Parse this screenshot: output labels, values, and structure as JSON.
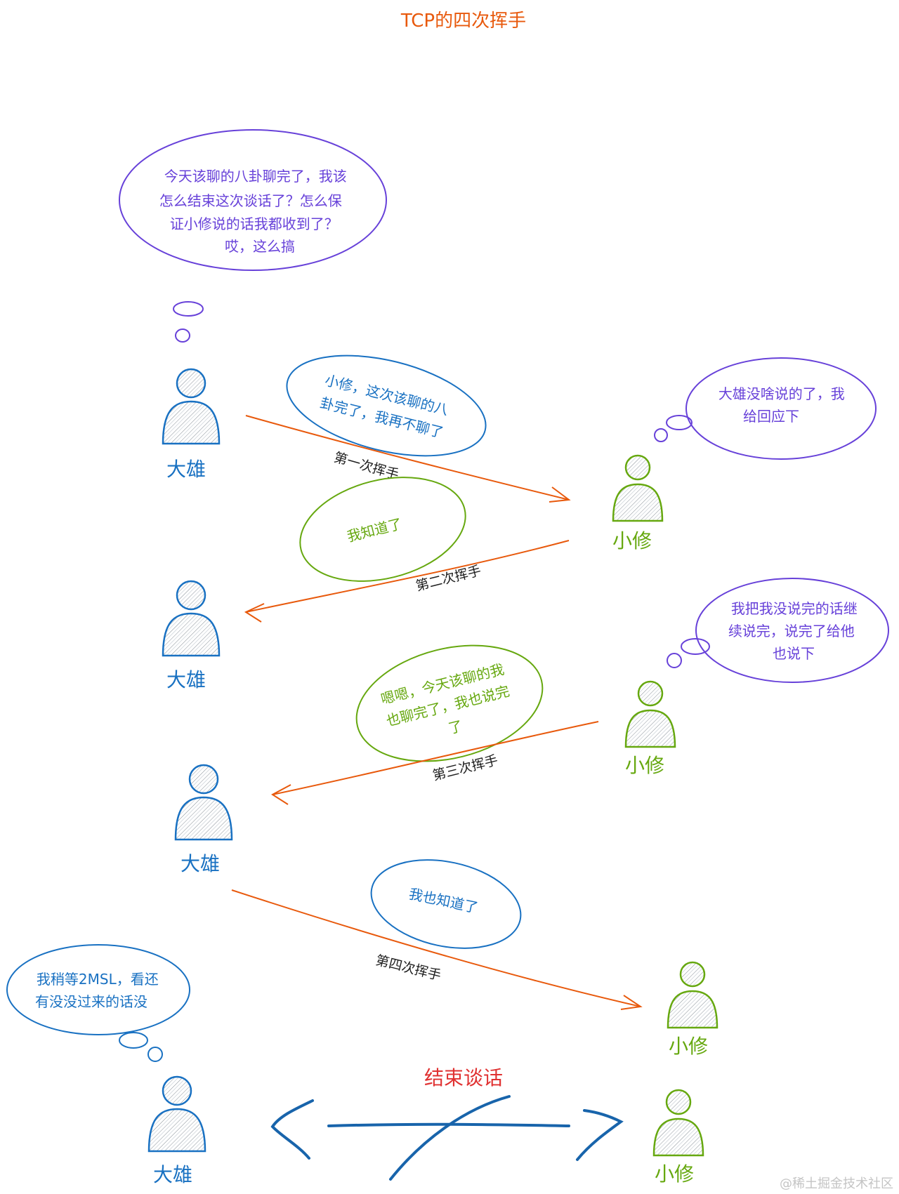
{
  "title": "TCP的四次挥手",
  "colors": {
    "title": "#e8590c",
    "dx": "#1971c2",
    "xx": "#66a80f",
    "purple": "#6741d9",
    "arrow": "#e8590c",
    "end_text": "#e03131",
    "label": "#1e1e1e",
    "watermark": "#c4c4c4"
  },
  "names": {
    "dx": "大雄",
    "xx": "小修"
  },
  "thoughts": {
    "dx_start": [
      "今天该聊的八卦聊完了，我该",
      "怎么结束这次谈话了？怎么保",
      "证小修说的话我都收到了？",
      "哎，这么搞"
    ],
    "xx_after_first": [
      "大雄没啥说的了，我",
      "给回应下"
    ],
    "xx_continue": [
      "我把我没说完的话继",
      "续说完，说完了给他",
      "也说下"
    ],
    "dx_wait": [
      "我稍等2MSL，看还",
      "有没没过来的话没"
    ]
  },
  "messages": {
    "first": [
      "小修，这次该聊的八",
      "卦完了，我再不聊了"
    ],
    "second": [
      "我知道了"
    ],
    "third": [
      "嗯嗯，今天该聊的我",
      "也聊完了，我也说完",
      "了"
    ],
    "fourth": [
      "我也知道了"
    ]
  },
  "labels": {
    "first": "第一次挥手",
    "second": "第二次挥手",
    "third": "第三次挥手",
    "fourth": "第四次挥手"
  },
  "end_text": "结束谈话",
  "watermark": "@稀土掘金技术社区",
  "icons": {
    "person": "person-icon",
    "arrow": "arrow-icon",
    "connection_cut": "broken-connection-icon"
  }
}
